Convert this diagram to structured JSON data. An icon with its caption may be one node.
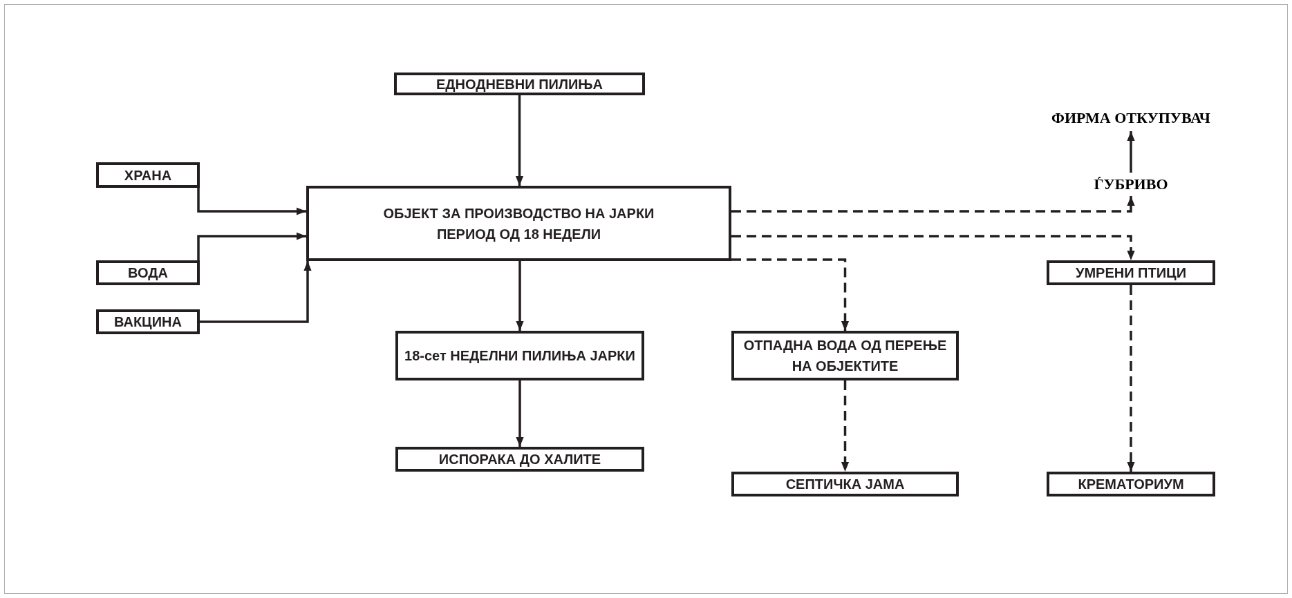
{
  "diagram": {
    "nodes": [
      {
        "text": [
          "ЕДНОДНЕВНИ ПИЛИЊА"
        ]
      },
      {
        "text": [
          "ХРАНА"
        ]
      },
      {
        "text": [
          "ВОДА"
        ]
      },
      {
        "text": [
          "ВАКЦИНА"
        ]
      },
      {
        "text": [
          "ОБЈЕКТ ЗА ПРОИЗВОДСТВО НА ЈАРКИ",
          "ПЕРИОД ОД 18 НЕДЕЛИ"
        ]
      },
      {
        "text": [
          "18-сет НЕДЕЛНИ ПИЛИЊА ЈАРКИ"
        ]
      },
      {
        "text": [
          "ИСПОРАКА ДО ХАЛИТЕ"
        ]
      },
      {
        "text": [
          "ОТПАДНА ВОДА ОД ПЕРЕЊЕ НА ОБЈЕКТИТЕ"
        ]
      },
      {
        "text": [
          "СЕПТИЧКА ЈАМА"
        ]
      },
      {
        "text": [
          "УМРЕНИ ПТИЦИ"
        ]
      },
      {
        "text": [
          "КРЕМАТОРИУМ"
        ]
      },
      {
        "text": [
          "ФИРМА ОТКУПУВАЧ"
        ]
      },
      {
        "text": [
          "ЃУБРИВО"
        ]
      }
    ],
    "edges": [
      {
        "from": 0,
        "to": 4,
        "arrow": "to"
      },
      {
        "from": 1,
        "to": 4,
        "arrow": "to"
      },
      {
        "from": 2,
        "to": 4,
        "arrow": "to"
      },
      {
        "from": 3,
        "to": 4,
        "arrow": "to"
      },
      {
        "from": 4,
        "to": 5,
        "arrow": "to"
      },
      {
        "from": 5,
        "to": 6,
        "arrow": "to"
      },
      {
        "from": 4,
        "to": 12,
        "arrow": "to",
        "style": "dashed"
      },
      {
        "from": 4,
        "to": 9,
        "arrow": "to",
        "style": "dashed"
      },
      {
        "from": 4,
        "to": 7,
        "arrow": "to",
        "style": "dashed"
      },
      {
        "from": 7,
        "to": 8,
        "arrow": "to",
        "style": "dashed"
      },
      {
        "from": 9,
        "to": 10,
        "arrow": "to",
        "style": "dashed"
      },
      {
        "from": 12,
        "to": 11,
        "arrow": "to"
      }
    ]
  }
}
